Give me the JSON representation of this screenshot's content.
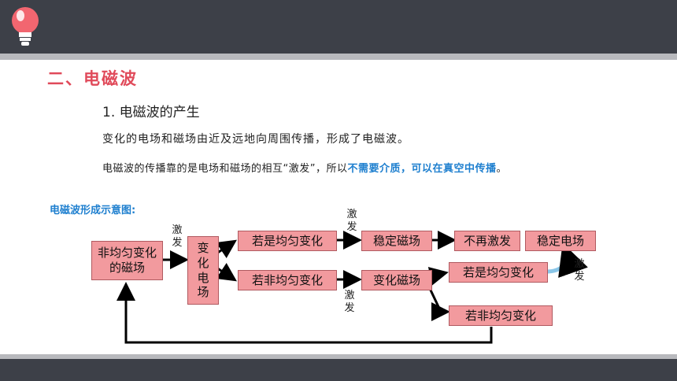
{
  "header": {
    "icon": "lightbulb-icon"
  },
  "section": {
    "title": "二、电磁波"
  },
  "subheading": "1. 电磁波的产生",
  "sentence1": "变化的电场和磁场由近及远地向周围传播，形成了电磁波。",
  "sentence2": {
    "prefix": "电磁波的传播靠的是电场和磁场的相互“激发”，所以",
    "highlight": "不需要介质，可以在真空中传播",
    "suffix": "。"
  },
  "diagram": {
    "title": "电磁波形成示意图:",
    "boxes": {
      "nonuniform_magnetic": "非均匀变化的磁场",
      "changing_electric": "变化电场",
      "if_uniform_top": "若是均匀变化",
      "stable_magnetic": "稳定磁场",
      "no_more_excite": "不再激发",
      "stable_electric": "稳定电场",
      "if_nonuniform_mid": "若非均匀变化",
      "changing_magnetic": "变化磁场",
      "if_uniform_right": "若是均匀变化",
      "if_nonuniform_bottom": "若非均匀变化"
    },
    "labels": {
      "excite_1": "激发",
      "excite_2": "激发",
      "excite_3": "激发",
      "excite_4": "激发"
    }
  },
  "colors": {
    "accent_red": "#e04a5a",
    "accent_blue": "#1e7fcf",
    "box_fill": "#f29a9e",
    "bar": "#3d4048"
  }
}
